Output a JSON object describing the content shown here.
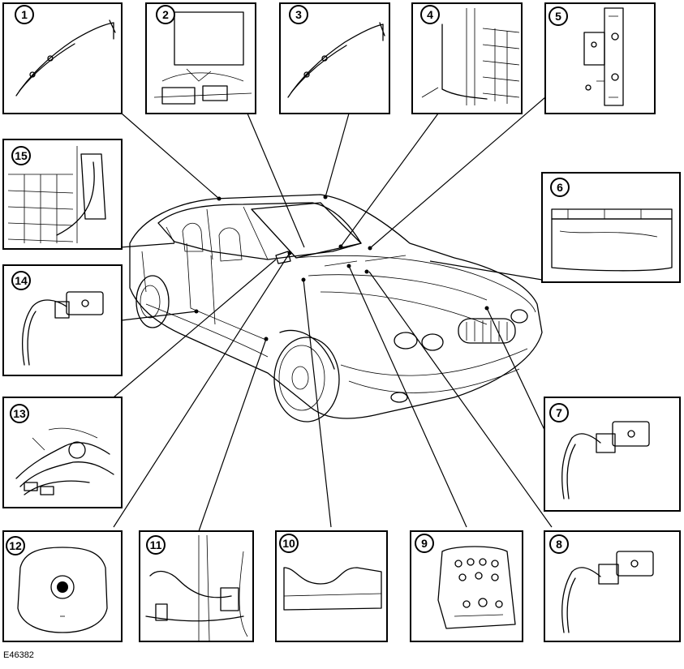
{
  "reference_code": "E46382",
  "callouts": [
    "1",
    "2",
    "3",
    "4",
    "5",
    "6",
    "7",
    "8",
    "9",
    "10",
    "11",
    "12",
    "13",
    "14",
    "15"
  ]
}
